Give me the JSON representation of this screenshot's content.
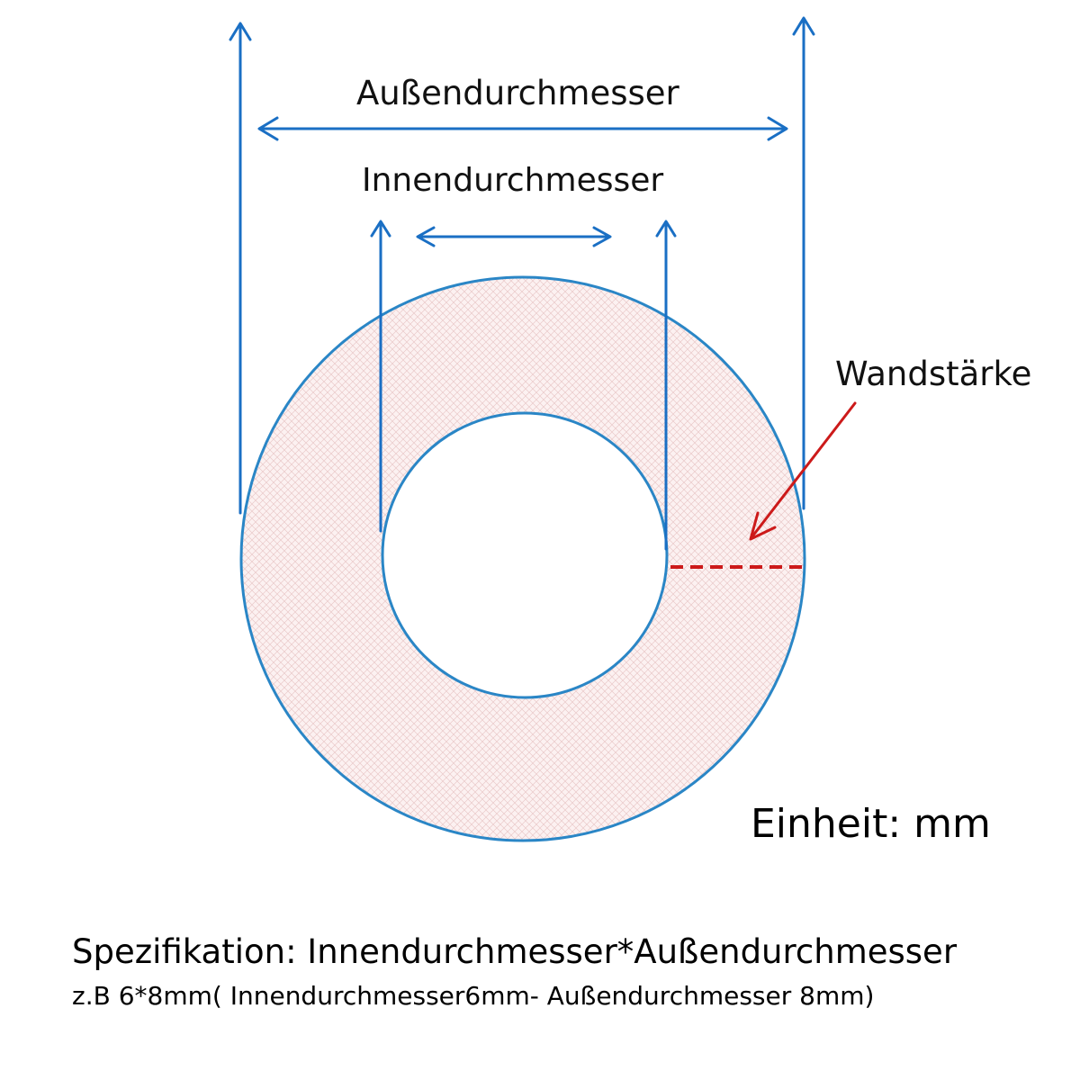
{
  "labels": {
    "outer_diameter": "Außendurchmesser",
    "inner_diameter": "Innendurchmesser",
    "wall_thickness": "Wandstärke",
    "unit": "Einheit: mm",
    "specification": "Spezifikation: Innendurchmesser*Außendurchmesser",
    "example": "z.B 6*8mm( Innendurchmesser6mm- Außendurchmesser 8mm)"
  },
  "colors": {
    "dimension_lines": "#1a6fc4",
    "circle_outline": "#2a86c6",
    "wall_marker": "#cc1a1a",
    "ring_fill": "#fbeeee"
  }
}
